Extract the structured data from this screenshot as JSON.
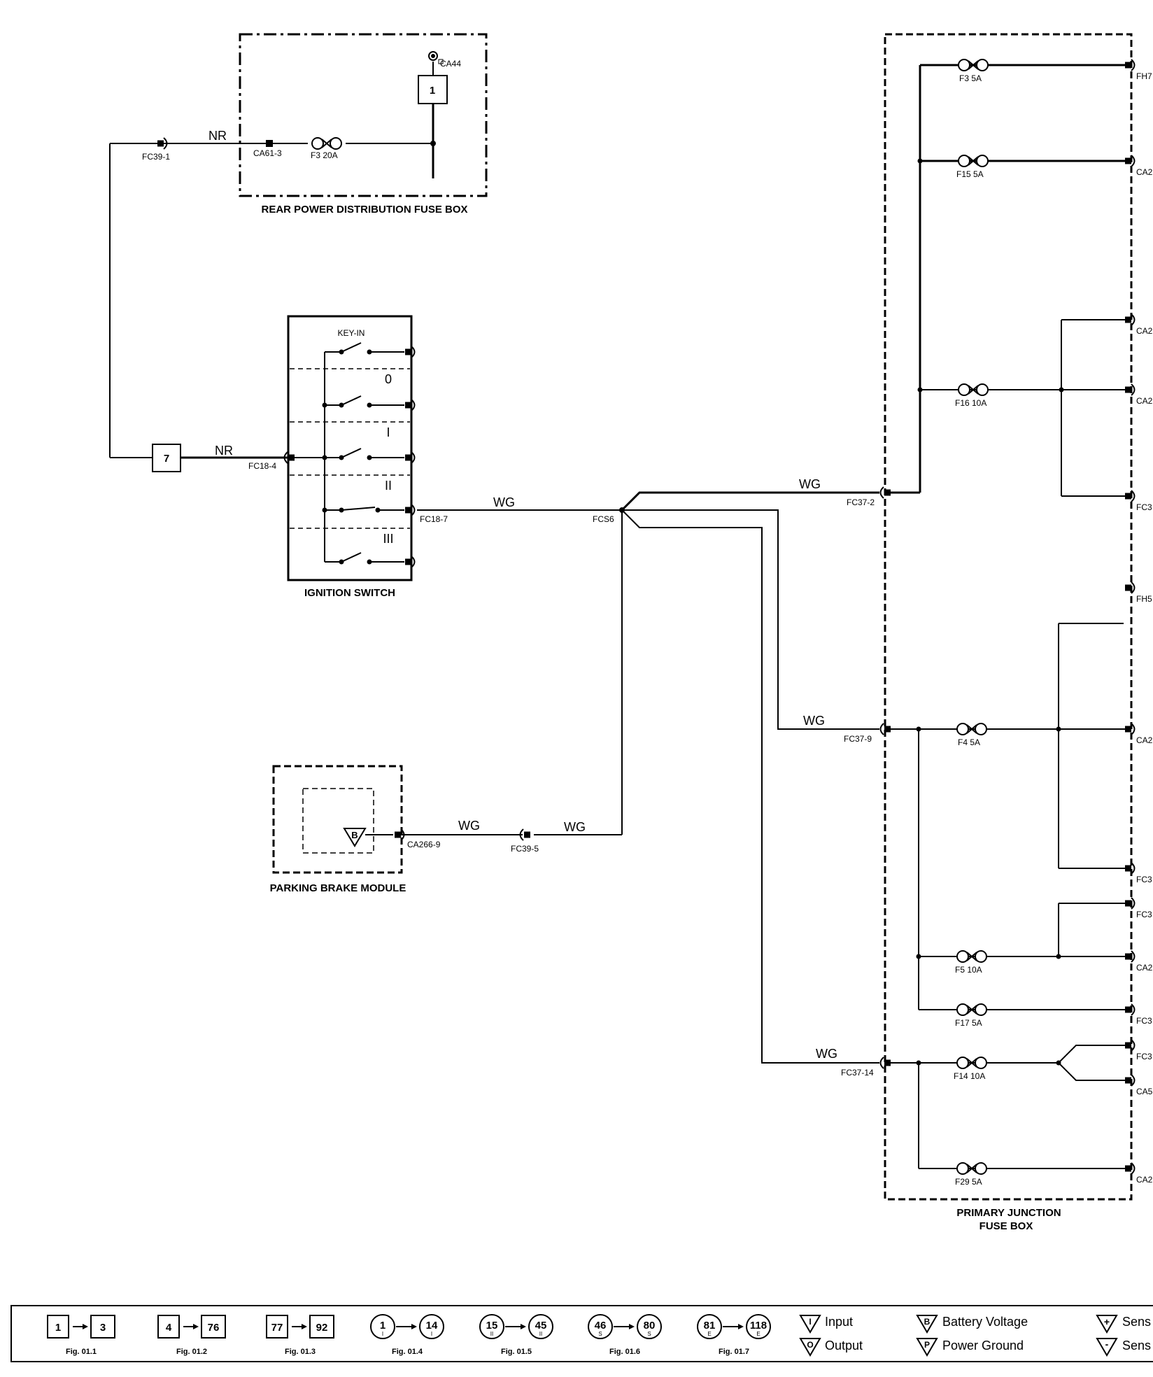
{
  "boxes": {
    "rear_power": "REAR POWER DISTRIBUTION FUSE BOX",
    "ignition_switch": "IGNITION SWITCH",
    "parking_brake": "PARKING BRAKE MODULE",
    "primary_junction_line1": "PRIMARY JUNCTION",
    "primary_junction_line2": "FUSE BOX"
  },
  "wire_colors": {
    "nr": "NR",
    "wg": "WG"
  },
  "connectors": {
    "fc39_1": "FC39-1",
    "ca61_3": "CA61-3",
    "ca44": "CA44",
    "fc18_4": "FC18-4",
    "fc18_7": "FC18-7",
    "fcs6": "FCS6",
    "fc37_2": "FC37-2",
    "fc37_9": "FC37-9",
    "fc37_14": "FC37-14",
    "ca266_9": "CA266-9",
    "fc39_5": "FC39-5"
  },
  "fuses": {
    "rear_f3": "F3 20A",
    "f3": "F3 5A",
    "f15": "F15 5A",
    "f16": "F16 10A",
    "f4": "F4 5A",
    "f5": "F5 10A",
    "f17": "F17 5A",
    "f14": "F14 10A",
    "f29": "F29 5A"
  },
  "right_edge_labels": [
    "FH7",
    "CA2",
    "CA2",
    "CA2",
    "FC3",
    "FH5",
    "CA2",
    "FC3",
    "FC3",
    "CA2",
    "FC3",
    "FC3",
    "CA5",
    "CA2"
  ],
  "ignition_positions": {
    "key_in": "KEY-IN",
    "p0": "0",
    "p1": "I",
    "p2": "II",
    "p3": "III"
  },
  "ref_numbers": {
    "rear_box_ref": "1",
    "ground_ref": "7"
  },
  "parking_brake_symbol": "B",
  "legend": {
    "figs": [
      {
        "from": "1",
        "to": "3",
        "caption": "Fig. 01.1",
        "shape": "square",
        "sub": ""
      },
      {
        "from": "4",
        "to": "76",
        "caption": "Fig. 01.2",
        "shape": "square",
        "sub": ""
      },
      {
        "from": "77",
        "to": "92",
        "caption": "Fig. 01.3",
        "shape": "square",
        "sub": ""
      },
      {
        "from": "1",
        "to": "14",
        "caption": "Fig. 01.4",
        "shape": "circle",
        "sub": "I"
      },
      {
        "from": "15",
        "to": "45",
        "caption": "Fig. 01.5",
        "shape": "circle",
        "sub": "II"
      },
      {
        "from": "46",
        "to": "80",
        "caption": "Fig. 01.6",
        "shape": "circle",
        "sub": "S"
      },
      {
        "from": "81",
        "to": "118",
        "caption": "Fig. 01.7",
        "shape": "circle",
        "sub": "E"
      }
    ],
    "input": "Input",
    "output": "Output",
    "input_sym": "I",
    "output_sym": "O",
    "battery": "Battery Voltage",
    "battery_sym": "B",
    "power_ground": "Power Ground",
    "ground_sym": "P",
    "sens_plus": "Sens",
    "sens_minus": "Sens",
    "plus_sym": "+",
    "minus_sym": "-"
  }
}
